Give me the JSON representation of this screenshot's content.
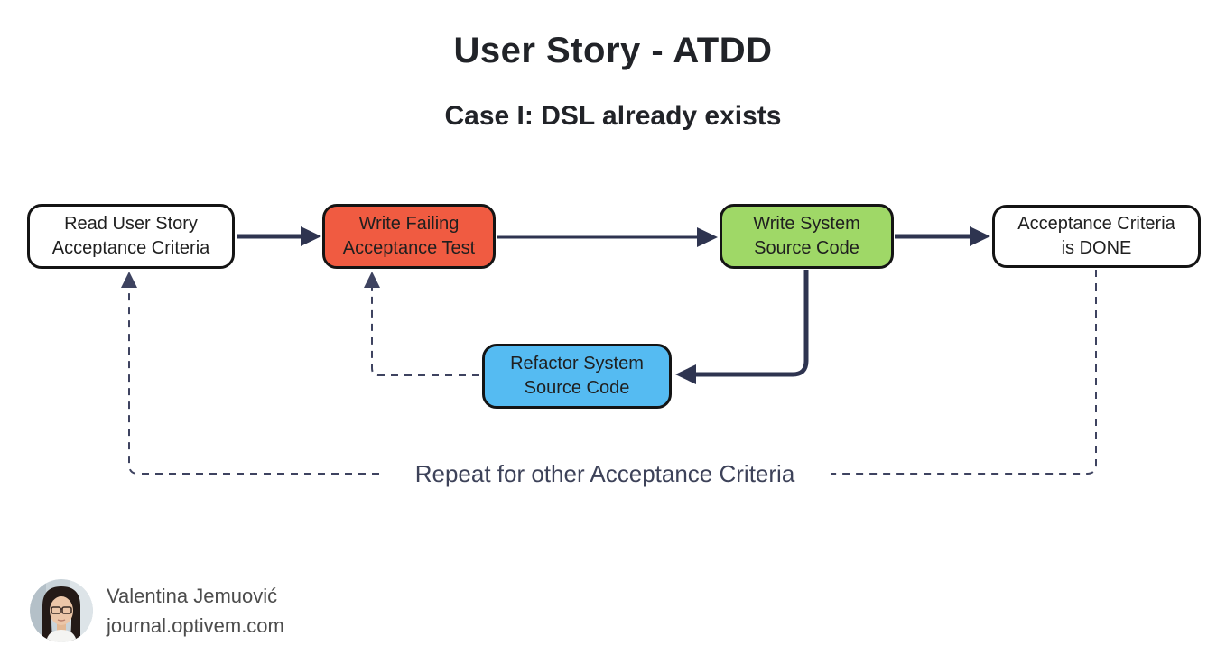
{
  "title": "User Story - ATDD",
  "subtitle": "Case I: DSL already exists",
  "diagram": {
    "nodes": [
      {
        "id": "read",
        "lines": [
          "Read User Story",
          "Acceptance Criteria"
        ],
        "fill": "#ffffff"
      },
      {
        "id": "write-failing",
        "lines": [
          "Write Failing",
          "Acceptance Test"
        ],
        "fill": "#f05b41"
      },
      {
        "id": "write-system",
        "lines": [
          "Write System",
          "Source Code"
        ],
        "fill": "#9fd867"
      },
      {
        "id": "done",
        "lines": [
          "Acceptance Criteria",
          "is DONE"
        ],
        "fill": "#ffffff"
      },
      {
        "id": "refactor",
        "lines": [
          "Refactor System",
          "Source Code"
        ],
        "fill": "#55bbf2"
      }
    ],
    "repeat_label": "Repeat for other Acceptance Criteria",
    "colors": {
      "solid_arrow": "#2e3450",
      "dashed_line": "#3e4360",
      "node_border": "#141414"
    }
  },
  "footer": {
    "author": "Valentina Jemuović",
    "website": "journal.optivem.com"
  }
}
